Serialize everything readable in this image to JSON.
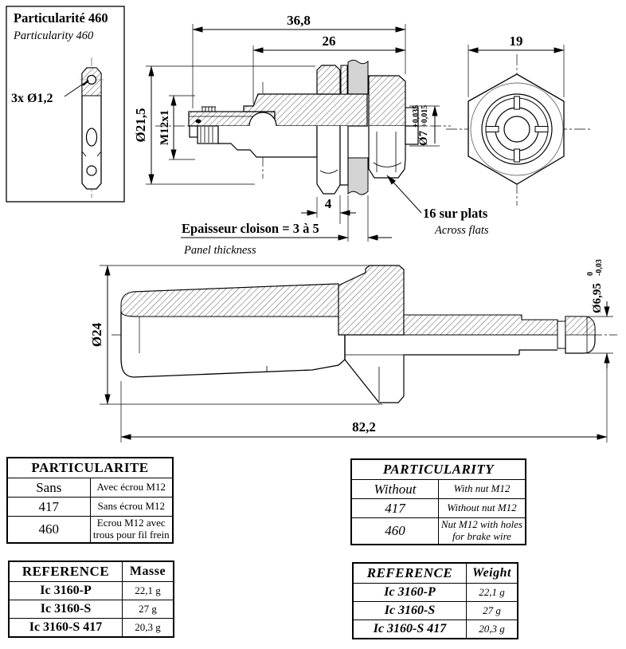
{
  "inset": {
    "title_fr": "Particularité 460",
    "title_en": "Particularity 460",
    "holes_label": "3x Ø1,2"
  },
  "top": {
    "dim_368": "36,8",
    "dim_26": "26",
    "d215": "Ø21,5",
    "thread": "M12x1",
    "dim_4": "4",
    "d7": "Ø7",
    "d7_up": "+0,035",
    "d7_low": "+0,015",
    "flats_fr": "16 sur plats",
    "flats_en": "Across flats",
    "panel_fr": "Epaisseur cloison = 3 à 5",
    "panel_en": "Panel thickness"
  },
  "hex": {
    "dim_19": "19"
  },
  "bottom": {
    "d24": "Ø24",
    "len": "82,2",
    "d695": "Ø6,95",
    "d695_up": "0",
    "d695_low": "-0,03"
  },
  "tables": {
    "part_fr": {
      "title": "PARTICULARITE",
      "rows": [
        {
          "code": "Sans",
          "desc": "Avec écrou M12"
        },
        {
          "code": "417",
          "desc": "Sans écrou M12"
        },
        {
          "code": "460",
          "desc": "Ecrou M12 avec trous pour fil frein"
        }
      ]
    },
    "part_en": {
      "title": "PARTICULARITY",
      "rows": [
        {
          "code": "Without",
          "desc": "With nut M12"
        },
        {
          "code": "417",
          "desc": "Without nut M12"
        },
        {
          "code": "460",
          "desc": "Nut M12 with holes for brake wire"
        }
      ]
    },
    "ref_fr": {
      "col_ref": "REFERENCE",
      "col_val": "Masse",
      "rows": [
        {
          "ref": "Ic 3160-P",
          "val": "22,1 g"
        },
        {
          "ref": "Ic 3160-S",
          "val": "27 g"
        },
        {
          "ref": "Ic 3160-S 417",
          "val": "20,3 g"
        }
      ]
    },
    "ref_en": {
      "col_ref": "REFERENCE",
      "col_val": "Weight",
      "rows": [
        {
          "ref": "Ic 3160-P",
          "val": "22,1 g"
        },
        {
          "ref": "Ic 3160-S",
          "val": "27 g"
        },
        {
          "ref": "Ic 3160-S 417",
          "val": "20,3 g"
        }
      ]
    }
  }
}
